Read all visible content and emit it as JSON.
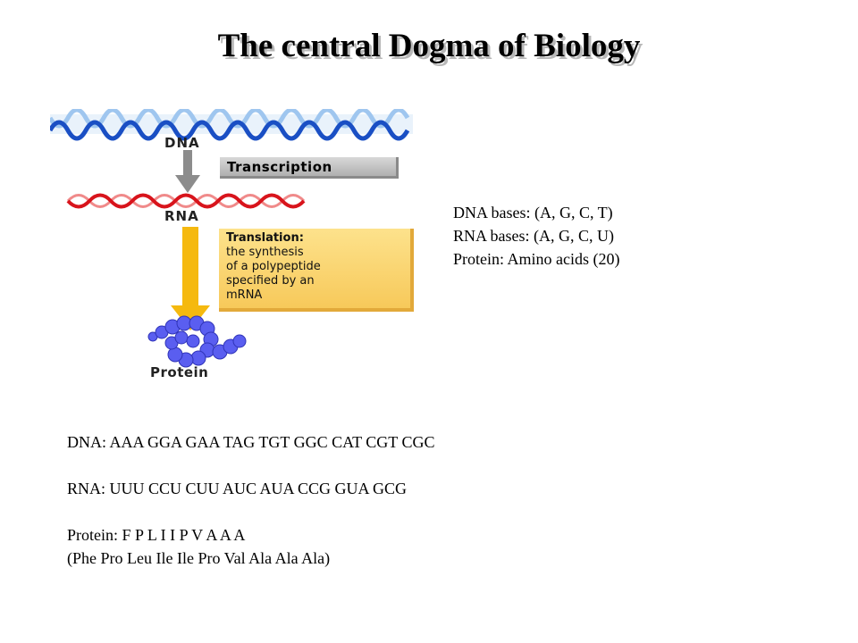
{
  "title": "The central Dogma of Biology",
  "figure": {
    "dna_label": "DNA",
    "transcription_label": "Transcription",
    "rna_label": "RNA",
    "translation_head": "Translation:",
    "translation_lines": [
      "the synthesis",
      "of a polypeptide",
      "specified by an",
      "mRNA"
    ],
    "protein_label": "Protein",
    "colors": {
      "dna_strand": "#1a4fc4",
      "dna_light": "#9fc6ef",
      "rna_strand": "#d8141c",
      "gray_arrow": "#8c8c8c",
      "yellow_arrow": "#f5b90f",
      "protein": "#5a5ef0"
    }
  },
  "info": [
    "DNA bases: (A, G, C, T)",
    "RNA bases: (A, G, C, U)",
    "Protein: Amino acids (20)"
  ],
  "sequences": {
    "dna": "DNA: AAA GGA GAA TAG TGT GGC CAT CGT CGC",
    "rna": "RNA: UUU CCU CUU AUC AUA CCG GUA GCG",
    "protein": "Protein: F P L I I P V A A A",
    "protein_names": "(Phe Pro Leu Ile Ile Pro Val Ala Ala Ala)"
  }
}
